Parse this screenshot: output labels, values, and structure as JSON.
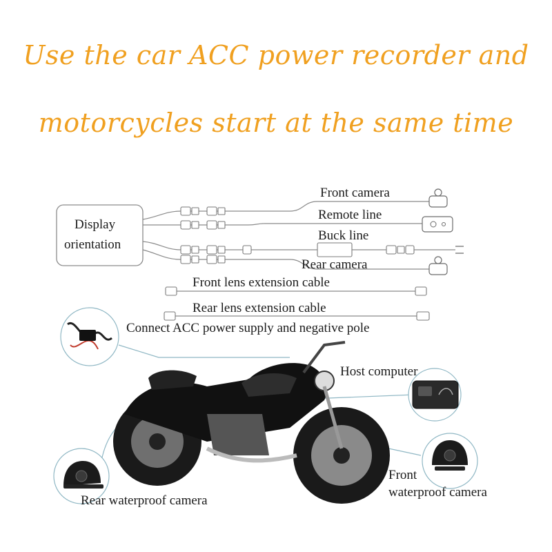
{
  "headline": {
    "line1": "Use the car ACC power recorder and",
    "line2": "motorcycles start at the same time"
  },
  "colors": {
    "headline": "#f0a020",
    "line": "#8a8a8a",
    "callout": "#8fb7c4"
  },
  "labels": {
    "display_orientation_1": "Display",
    "display_orientation_2": "orientation",
    "front_camera": "Front camera",
    "remote_line": "Remote line",
    "buck_line": "Buck line",
    "rear_camera": "Rear camera",
    "front_lens_ext": "Front lens extension cable",
    "rear_lens_ext": "Rear lens extension cable",
    "acc_power": "Connect ACC power supply and negative pole",
    "host_computer": "Host computer",
    "front_wp_1": "Front",
    "front_wp_2": "waterproof camera",
    "rear_wp": "Rear waterproof camera"
  }
}
